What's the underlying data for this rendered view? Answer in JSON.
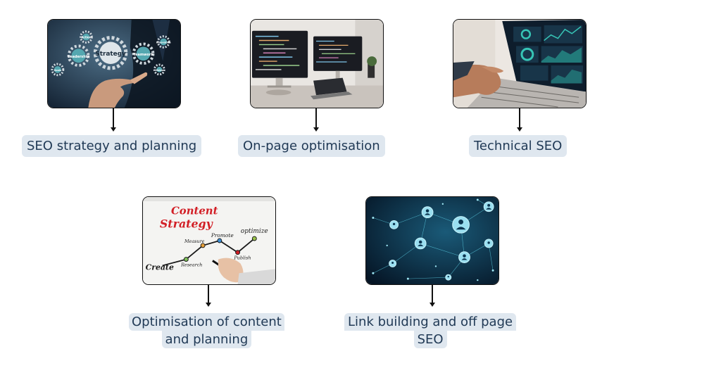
{
  "steps": [
    {
      "label": "SEO strategy and planning",
      "image": "strategy-gears-photo",
      "gear_words": [
        "Strategy",
        "Leadership",
        "Teamwork",
        "Action",
        "Innovation",
        "Vision",
        "Goals"
      ]
    },
    {
      "label": "On-page optimisation",
      "image": "code-monitors-desk-photo"
    },
    {
      "label": "Technical SEO",
      "image": "laptop-analytics-dashboard-photo"
    },
    {
      "label_lines": [
        "Optimisation of content",
        "and planning"
      ],
      "image": "content-strategy-whiteboard-photo",
      "board": {
        "title_1": "Content",
        "title_2": "Strategy",
        "steps": [
          "Create",
          "Research",
          "Measure",
          "Promote",
          "Publish",
          "optimize"
        ]
      }
    },
    {
      "label_lines": [
        "Link building and off page",
        "SEO"
      ],
      "image": "network-people-icons-photo"
    }
  ],
  "colors": {
    "label_bg": "#dfe7ef",
    "label_text": "#213a56",
    "arrow": "#111111",
    "board_red": "#d21f26"
  }
}
